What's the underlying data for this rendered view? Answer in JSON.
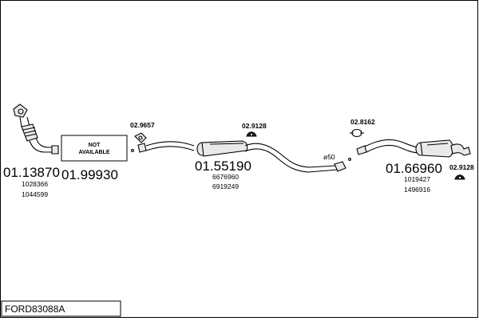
{
  "diagram": {
    "title": "FORD83088A",
    "not_available_line1": "NOT",
    "not_available_line2": "AVAILABLE",
    "parts": [
      {
        "id": "p1",
        "code": "01.13870",
        "refs": [
          "1028366",
          "1044599"
        ]
      },
      {
        "id": "p2",
        "code": "01.99930",
        "refs": []
      },
      {
        "id": "p3",
        "code": "01.55190",
        "refs": [
          "6676960",
          "6919249"
        ]
      },
      {
        "id": "p4",
        "code": "01.66960",
        "refs": [
          "1019427",
          "1496916"
        ]
      }
    ],
    "small_parts": [
      {
        "id": "s1",
        "code": "02.9657"
      },
      {
        "id": "s2",
        "code": "02.9128"
      },
      {
        "id": "s3",
        "code": "02.8162"
      },
      {
        "id": "s4",
        "code": "02.9128"
      }
    ],
    "diameter_label": "ø50"
  }
}
